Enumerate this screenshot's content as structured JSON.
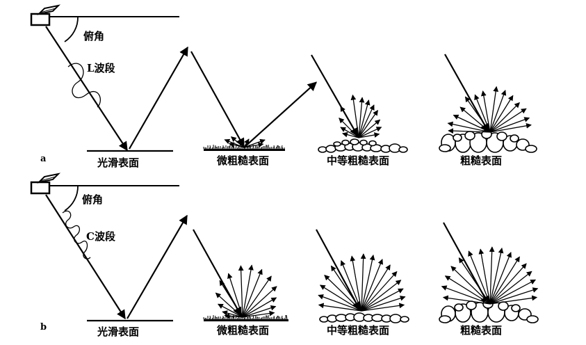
{
  "panels": [
    {
      "tag": "a",
      "angle_label": "俯角",
      "band_label": "L波段",
      "surfaces": [
        "光滑表面",
        "微粗糙表面",
        "中等粗糙表面",
        "粗糙表面"
      ]
    },
    {
      "tag": "b",
      "angle_label": "俯角",
      "band_label": "C波段",
      "surfaces": [
        "光滑表面",
        "微粗糙表面",
        "中等粗糙表面",
        "粗糙表面"
      ]
    }
  ],
  "colors": {
    "ink": "#000000",
    "background": "#ffffff"
  },
  "icons": [
    "satellite-icon",
    "wave-icon"
  ]
}
